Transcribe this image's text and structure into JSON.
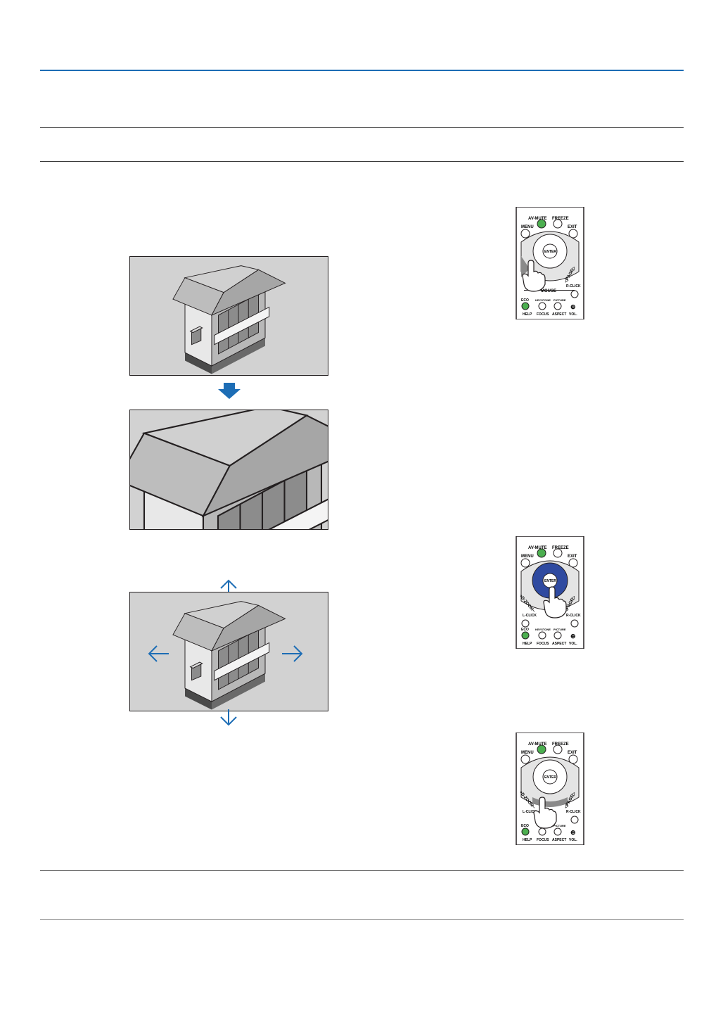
{
  "remote": {
    "labels": {
      "av_mute": "AV-MUTE",
      "freeze": "FREEZE",
      "menu": "MENU",
      "exit": "EXIT",
      "enter": "ENTER",
      "page": "◁PAGE▷",
      "d_zoom": "+D-ZOOM−",
      "mouse": "MOUSE",
      "l_click": "L-CLICK",
      "r_click": "R-CLICK",
      "eco": "ECO",
      "keystone": "KEYSTONE",
      "picture": "PICTURE",
      "help": "HELP",
      "focus": "FOCUS",
      "aspect": "ASPECT",
      "vol": "VOL.",
      "vol_plus": "⊕"
    }
  },
  "colors": {
    "rule_blue": "#1d6db5",
    "arrow_blue": "#1d6db5",
    "green_button": "#4caf50",
    "enter_pad_blue": "#2f4aa0",
    "scene_bg": "#d2d2d2"
  },
  "icons": {
    "zoom_result": "down-arrow-icon",
    "pan": [
      "arrow-up-icon",
      "arrow-left-icon",
      "arrow-right-icon",
      "arrow-down-icon"
    ],
    "hand": "pointing-hand-icon"
  }
}
